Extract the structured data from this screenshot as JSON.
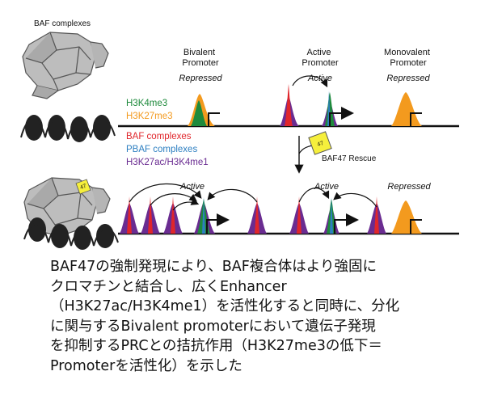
{
  "labels": {
    "baf_complexes_header": "BAF complexes",
    "bivalent_promoter": "Bivalent\nPromoter",
    "active_promoter": "Active\nPromoter",
    "monovalent_promoter": "Monovalent\nPromoter",
    "state_repressed": "Repressed",
    "state_active": "Active",
    "rescue": "BAF47 Rescue",
    "badge": "47"
  },
  "legend": [
    {
      "text": "H3K4me3",
      "color": "#1e8a3c"
    },
    {
      "text": "H3K27me3",
      "color": "#f39a1e"
    },
    {
      "text": "BAF complexes",
      "color": "#e0262b"
    },
    {
      "text": "PBAF complexes",
      "color": "#2d7fc1"
    },
    {
      "text": "H3K27ac/H3K4me1",
      "color": "#6a2c91"
    }
  ],
  "colors": {
    "green": "#1e8a3c",
    "orange": "#f39a1e",
    "red": "#e0262b",
    "blue": "#2d7fc1",
    "purple": "#6a2c91",
    "badge_fill": "#f6ef3c"
  },
  "caption": "BAF47の強制発現により、BAF複合体はより強固に\nクロマチンと結合し、広くEnhancer\n（H3K27ac/H3K4me1）を活性化すると同時に、分化\nに関与するBivalent promoterにおいて遺伝子発現\nを抑制するPRCとの拮抗作用（H3K27me3の低下＝\nPromoterを活性化）を示した"
}
